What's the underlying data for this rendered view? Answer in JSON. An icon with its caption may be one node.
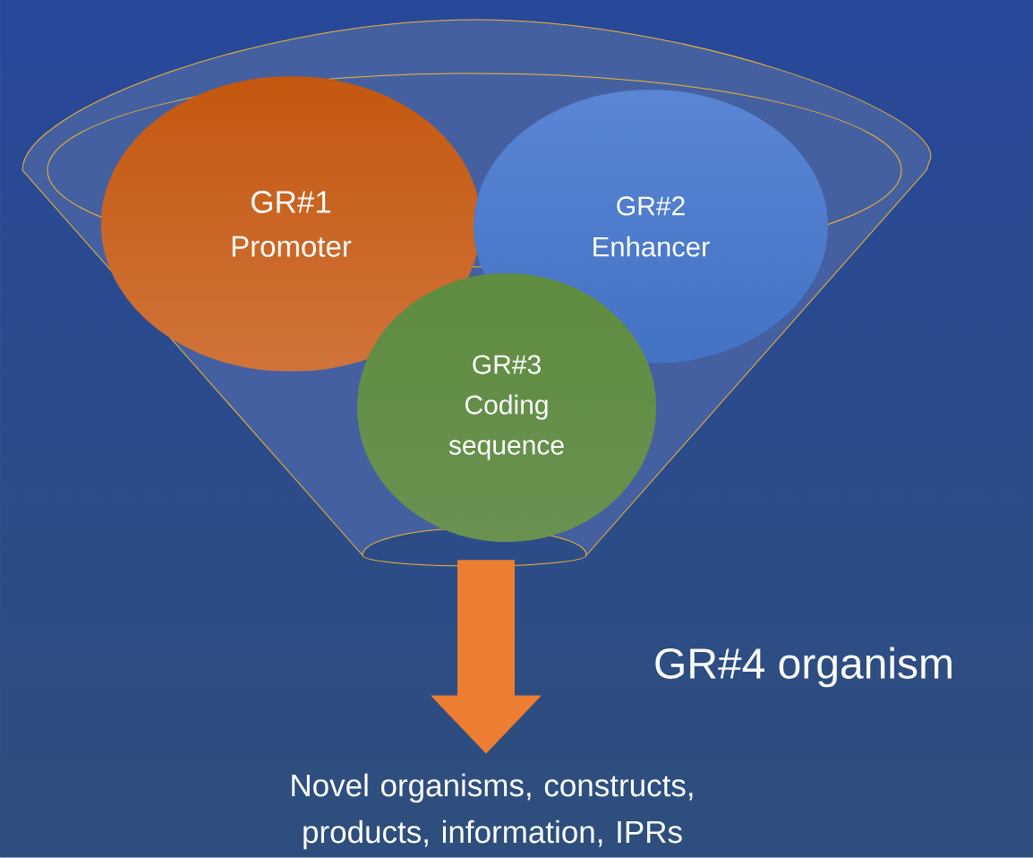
{
  "diagram": {
    "nodes": [
      {
        "text": [],
        "shape": "funnel"
      },
      {
        "text": [
          "GR#1",
          "Promoter"
        ],
        "in": 0
      },
      {
        "text": [
          "GR#2",
          "Enhancer"
        ],
        "in": 0
      },
      {
        "text": [
          "GR#3",
          "Coding sequence"
        ],
        "in": 0
      },
      {
        "text": [
          "Novel organisms, constructs, products, information, IPRs"
        ]
      }
    ],
    "edges": [
      {
        "from": 0,
        "to": 4,
        "arrow": "to",
        "style": "thick",
        "color": "#ed7d31"
      }
    ],
    "labels": [
      "GR#4 organism"
    ]
  }
}
